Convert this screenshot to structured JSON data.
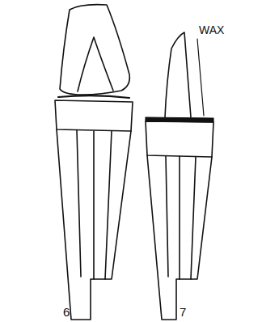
{
  "diagram": {
    "labels": [
      "WAX",
      "6",
      "7"
    ]
  }
}
